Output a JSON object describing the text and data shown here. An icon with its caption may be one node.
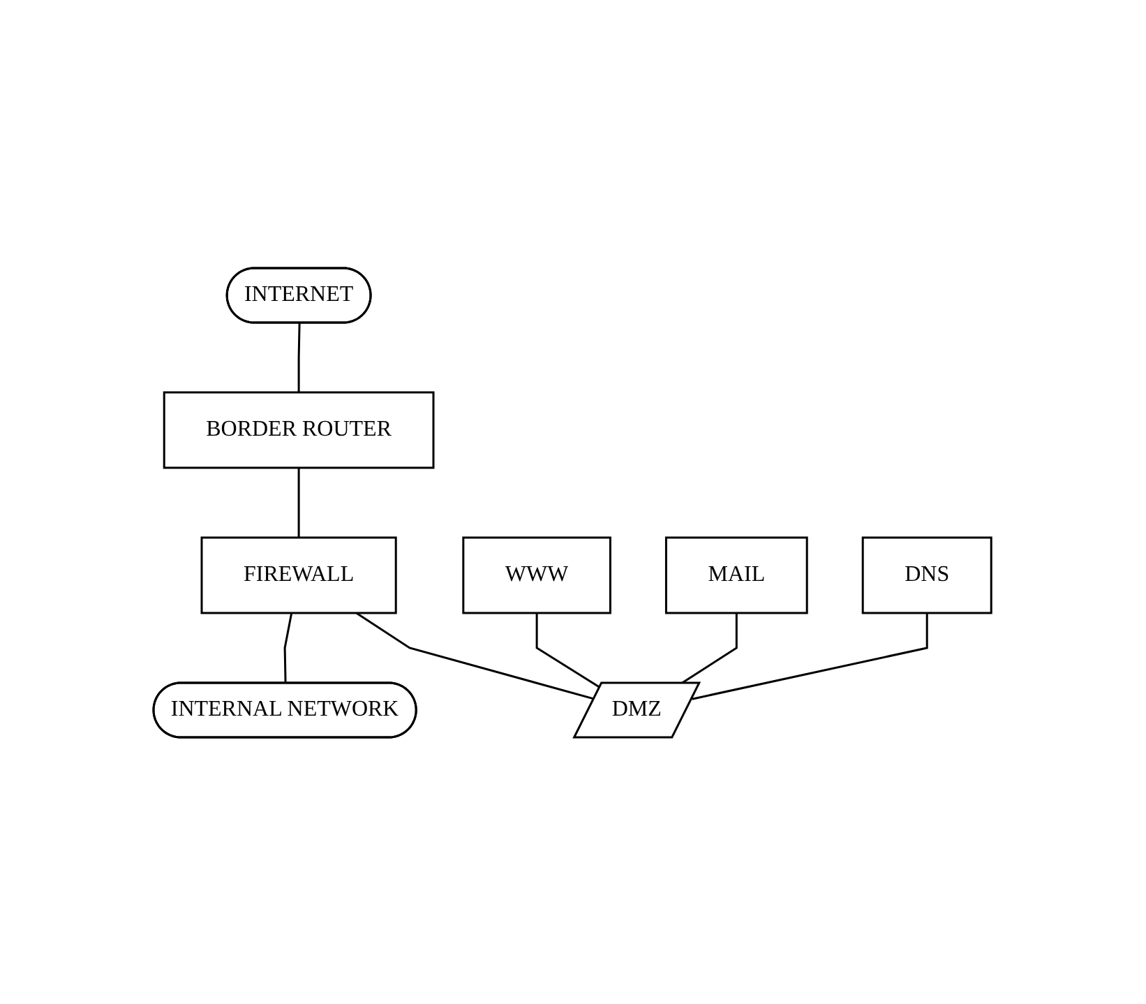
{
  "diagram": {
    "nodes": [
      {
        "text": [
          "INTERNET"
        ]
      },
      {
        "text": [
          "BORDER ROUTER"
        ]
      },
      {
        "text": [
          "FIREWALL"
        ]
      },
      {
        "text": [
          "WWW"
        ]
      },
      {
        "text": [
          "MAIL"
        ]
      },
      {
        "text": [
          "DNS"
        ]
      },
      {
        "text": [
          "DMZ"
        ]
      },
      {
        "text": [
          "INTERNAL NETWORK"
        ]
      }
    ],
    "edges": [
      {
        "from": 0,
        "to": 1,
        "arrow": "none"
      },
      {
        "from": 1,
        "to": 2,
        "arrow": "none"
      },
      {
        "from": 2,
        "to": 6,
        "arrow": "none"
      },
      {
        "from": 3,
        "to": 6,
        "arrow": "none"
      },
      {
        "from": 4,
        "to": 6,
        "arrow": "none"
      },
      {
        "from": 5,
        "to": 6,
        "arrow": "none"
      },
      {
        "from": 2,
        "to": 7,
        "arrow": "none"
      }
    ]
  }
}
